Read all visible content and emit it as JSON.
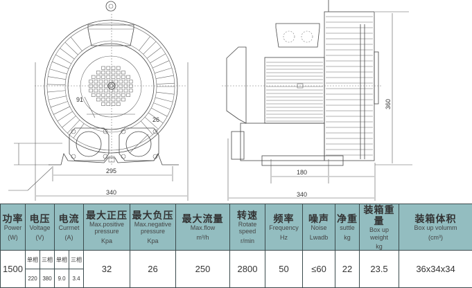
{
  "drawing": {
    "front_view": {
      "dimensions": {
        "bolt_circle": "91",
        "port_offset": "26",
        "foot_span": "295",
        "overall_width": "340"
      }
    },
    "side_view": {
      "dimensions": {
        "foot_spacing": "180",
        "overall_length": "340",
        "overall_height": "360"
      }
    }
  },
  "table": {
    "header_color": "#93bdc0",
    "columns": [
      {
        "zh": "功率",
        "en": "Power",
        "unit": "(W)"
      },
      {
        "zh": "电压",
        "en": "Voltage",
        "unit": "(V)"
      },
      {
        "zh": "电流",
        "en": "Currnet",
        "unit": "(A)"
      },
      {
        "zh": "最大正压",
        "en": "Max.positive pressure",
        "unit": "Kpa"
      },
      {
        "zh": "最大负压",
        "en": "Max.negative pressure",
        "unit": "Kpa"
      },
      {
        "zh": "最大流量",
        "en": "Max.flow",
        "unit": "m³/h"
      },
      {
        "zh": "转速",
        "en": "Rotate speed",
        "unit": "r/min"
      },
      {
        "zh": "频率",
        "en": "Frequency",
        "unit": "Hz"
      },
      {
        "zh": "噪声",
        "en": "Noise",
        "unit": "Lwadb"
      },
      {
        "zh": "净重",
        "en": "suttle",
        "unit": "kg"
      },
      {
        "zh": "装箱重量",
        "en": "Box up weight",
        "unit": "kg"
      },
      {
        "zh": "装箱体积",
        "en": "Box up volumm",
        "unit": "(cm³)"
      }
    ],
    "phase_labels": {
      "single": "单相",
      "three": "三相"
    },
    "row": {
      "power": "1500",
      "voltage_single": "220",
      "voltage_three": "380",
      "current_single": "9.0",
      "current_three": "3.4",
      "max_positive_pressure": "32",
      "max_negative_pressure": "26",
      "max_flow": "250",
      "rotate_speed": "2800",
      "frequency": "50",
      "noise": "≤60",
      "suttle": "22",
      "box_up_weight": "23.5",
      "box_up_volume": "36x34x34"
    }
  }
}
